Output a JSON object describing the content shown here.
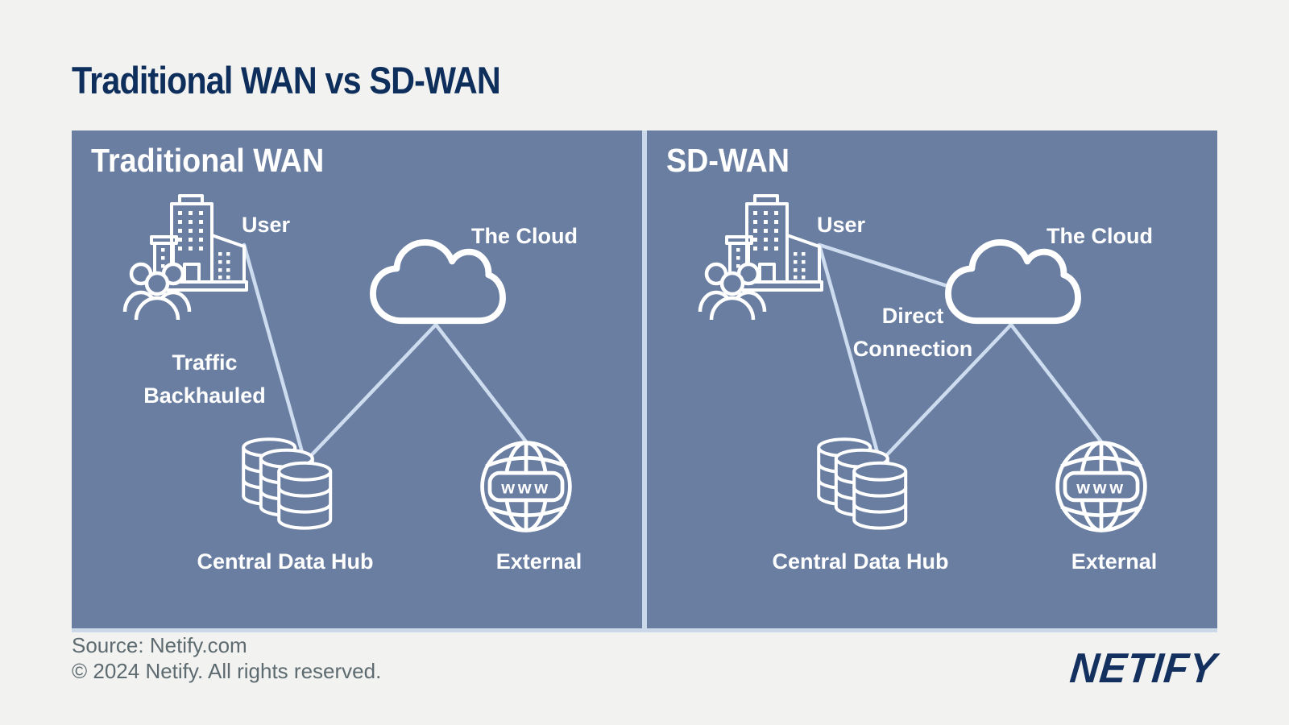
{
  "page": {
    "title": "Traditional WAN vs SD-WAN"
  },
  "panels": {
    "left": {
      "title": "Traditional WAN",
      "nodes": {
        "user": "User",
        "cloud": "The Cloud",
        "hub": "Central Data Hub",
        "external": "External"
      },
      "edge_label": {
        "line1": "Traffic",
        "line2": "Backhauled"
      }
    },
    "right": {
      "title": "SD-WAN",
      "nodes": {
        "user": "User",
        "cloud": "The Cloud",
        "hub": "Central Data Hub",
        "external": "External"
      },
      "edge_label": {
        "line1": "Direct",
        "line2": "Connection"
      }
    }
  },
  "globe": {
    "banner": "www"
  },
  "footer": {
    "source": "Source: Netify.com",
    "copyright": "© 2024 Netify. All rights reserved.",
    "logo": "NETIFY"
  },
  "colors": {
    "page_background": "#f2f2f0",
    "title_navy": "#0e2e5c",
    "panel_background": "#6a7ea2",
    "panel_edge": "#cbd8ea",
    "connector_line": "#cddcee",
    "icon_white": "#ffffff",
    "footer_gray": "#5d6b70",
    "logo_navy": "#13305f"
  }
}
